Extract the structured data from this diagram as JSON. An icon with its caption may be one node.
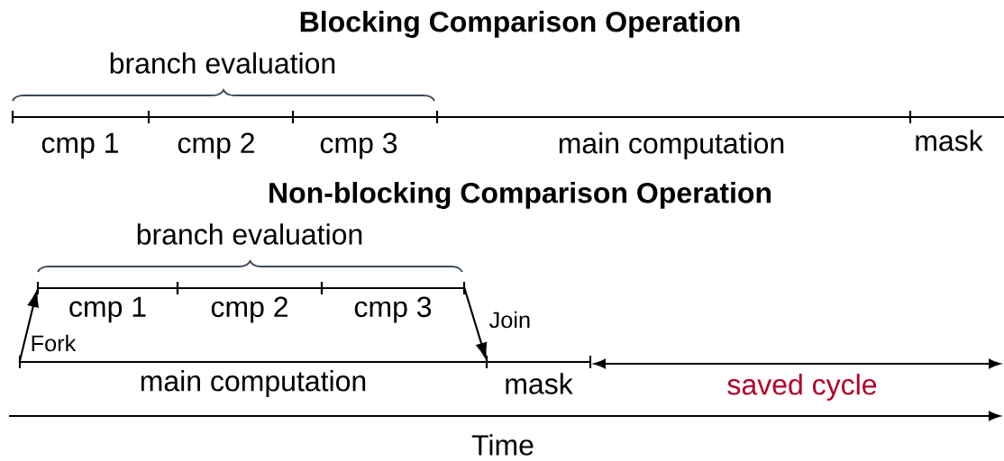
{
  "diagram": {
    "title": "Blocking Comparison Operation",
    "nodes": [
      {
        "text": [
          "cmp 1"
        ]
      },
      {
        "text": [
          "cmp 2"
        ]
      },
      {
        "text": [
          "cmp 3"
        ]
      },
      {
        "text": [
          "main computation"
        ]
      },
      {
        "text": [
          "mask"
        ]
      }
    ],
    "edges": [
      {
        "from": 3,
        "to": 0,
        "arrow": "to",
        "label": "Fork"
      },
      {
        "from": 2,
        "to": 3,
        "arrow": "to",
        "label": "Join"
      }
    ],
    "labels": [
      "branch evaluation",
      "cmp 1",
      "cmp 2",
      "cmp 3",
      "main computation",
      "mask",
      "Non-blocking Comparison Operation",
      "branch evaluation",
      "saved cycle",
      "Time"
    ]
  }
}
